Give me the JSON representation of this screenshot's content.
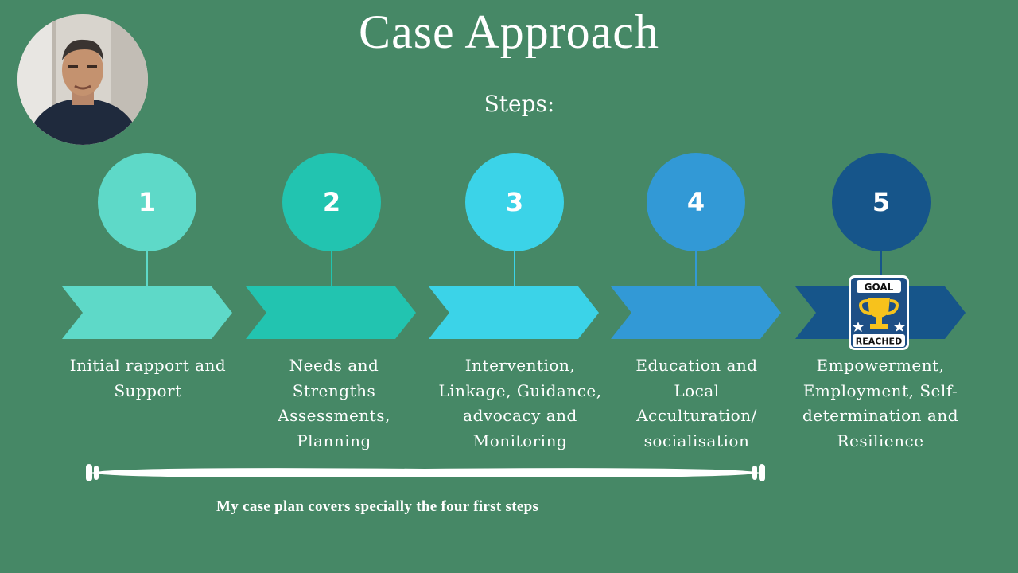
{
  "title": "Case Approach",
  "subtitle": "Steps:",
  "steps": [
    {
      "number": "1",
      "label": "Initial rapport and\nSupport",
      "color": "#5ED9C8"
    },
    {
      "number": "2",
      "label": "Needs and\nStrengths\nAssessments,\nPlanning",
      "color": "#22C4B0"
    },
    {
      "number": "3",
      "label": "Intervention,\nLinkage, Guidance,\nadvocacy and\nMonitoring",
      "color": "#3BD3E8"
    },
    {
      "number": "4",
      "label": "Education and\nLocal\nAcculturation/\nsocialisation",
      "color": "#3299D6"
    },
    {
      "number": "5",
      "label": "Empowerment,\nEmployment, Self-\ndetermination and\nResilience",
      "color": "#16558A"
    }
  ],
  "badge": {
    "top_text": "GOAL",
    "bottom_text": "REACHED"
  },
  "footnote": "My case plan covers specially the four first steps"
}
